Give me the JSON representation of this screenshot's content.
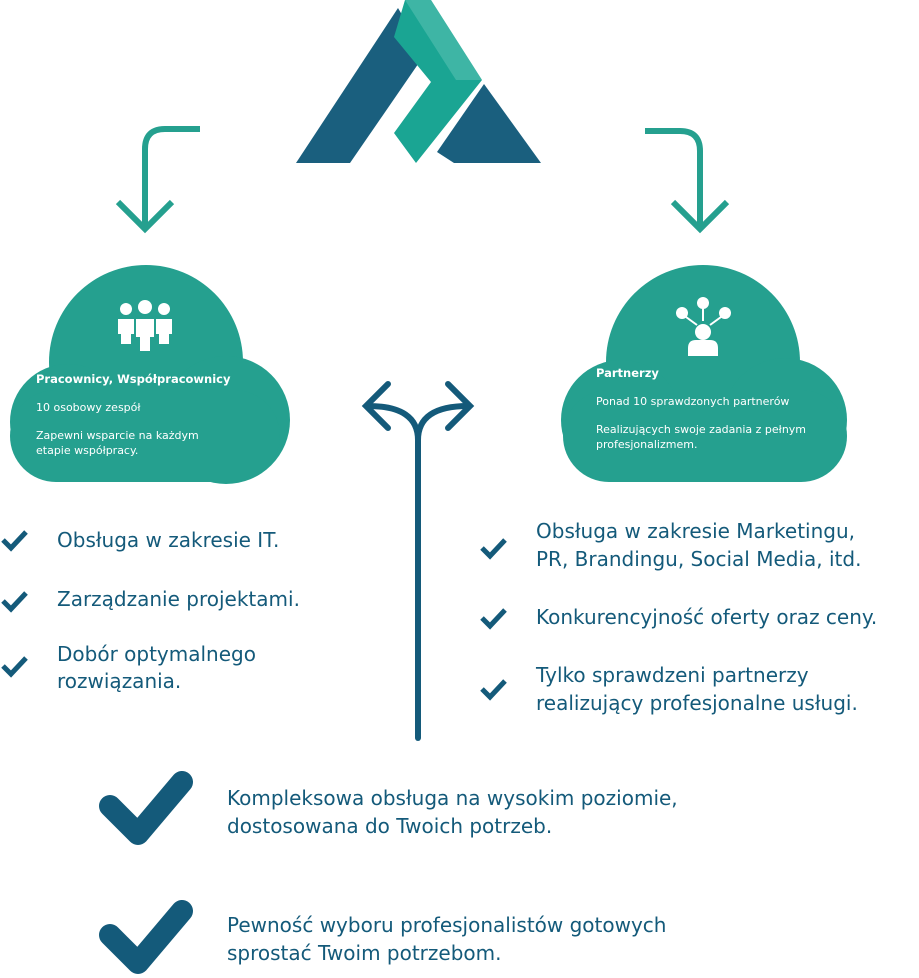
{
  "colors": {
    "teal": "#25a08f",
    "navy": "#145a7a",
    "logo_dark": "#1a5f7e",
    "logo_light": "#1aa593"
  },
  "left_cloud": {
    "icon": "team-icon",
    "title": "Pracownicy, Współpracownicy",
    "line1": "10 osobowy zespół",
    "line2a": "Zapewni wsparcie na każdym",
    "line2b": "etapie współpracy."
  },
  "right_cloud": {
    "icon": "network-person-icon",
    "title": "Partnerzy",
    "line1": "Ponad 10 sprawdzonych partnerów",
    "line2a": "Realizujących swoje zadania z pełnym",
    "line2b": "profesjonalizmem."
  },
  "left_list": [
    {
      "line1": "Obsługa w zakresie IT."
    },
    {
      "line1": "Zarządzanie projektami."
    },
    {
      "line1": "Dobór optymalnego",
      "line2": "rozwiązania."
    }
  ],
  "right_list": [
    {
      "line1": "Obsługa w zakresie Marketingu,",
      "line2": "PR, Brandingu, Social Media, itd."
    },
    {
      "line1": "Konkurencyjność oferty oraz ceny."
    },
    {
      "line1": "Tylko sprawdzeni partnerzy",
      "line2": "realizujący profesjonalne usługi."
    }
  ],
  "bottom_list": [
    {
      "line1": "Kompleksowa obsługa na wysokim poziomie,",
      "line2": "dostosowana do Twoich potrzeb."
    },
    {
      "line1": "Pewność wyboru profesjonalistów gotowych",
      "line2": "sprostać Twoim potrzebom."
    }
  ]
}
